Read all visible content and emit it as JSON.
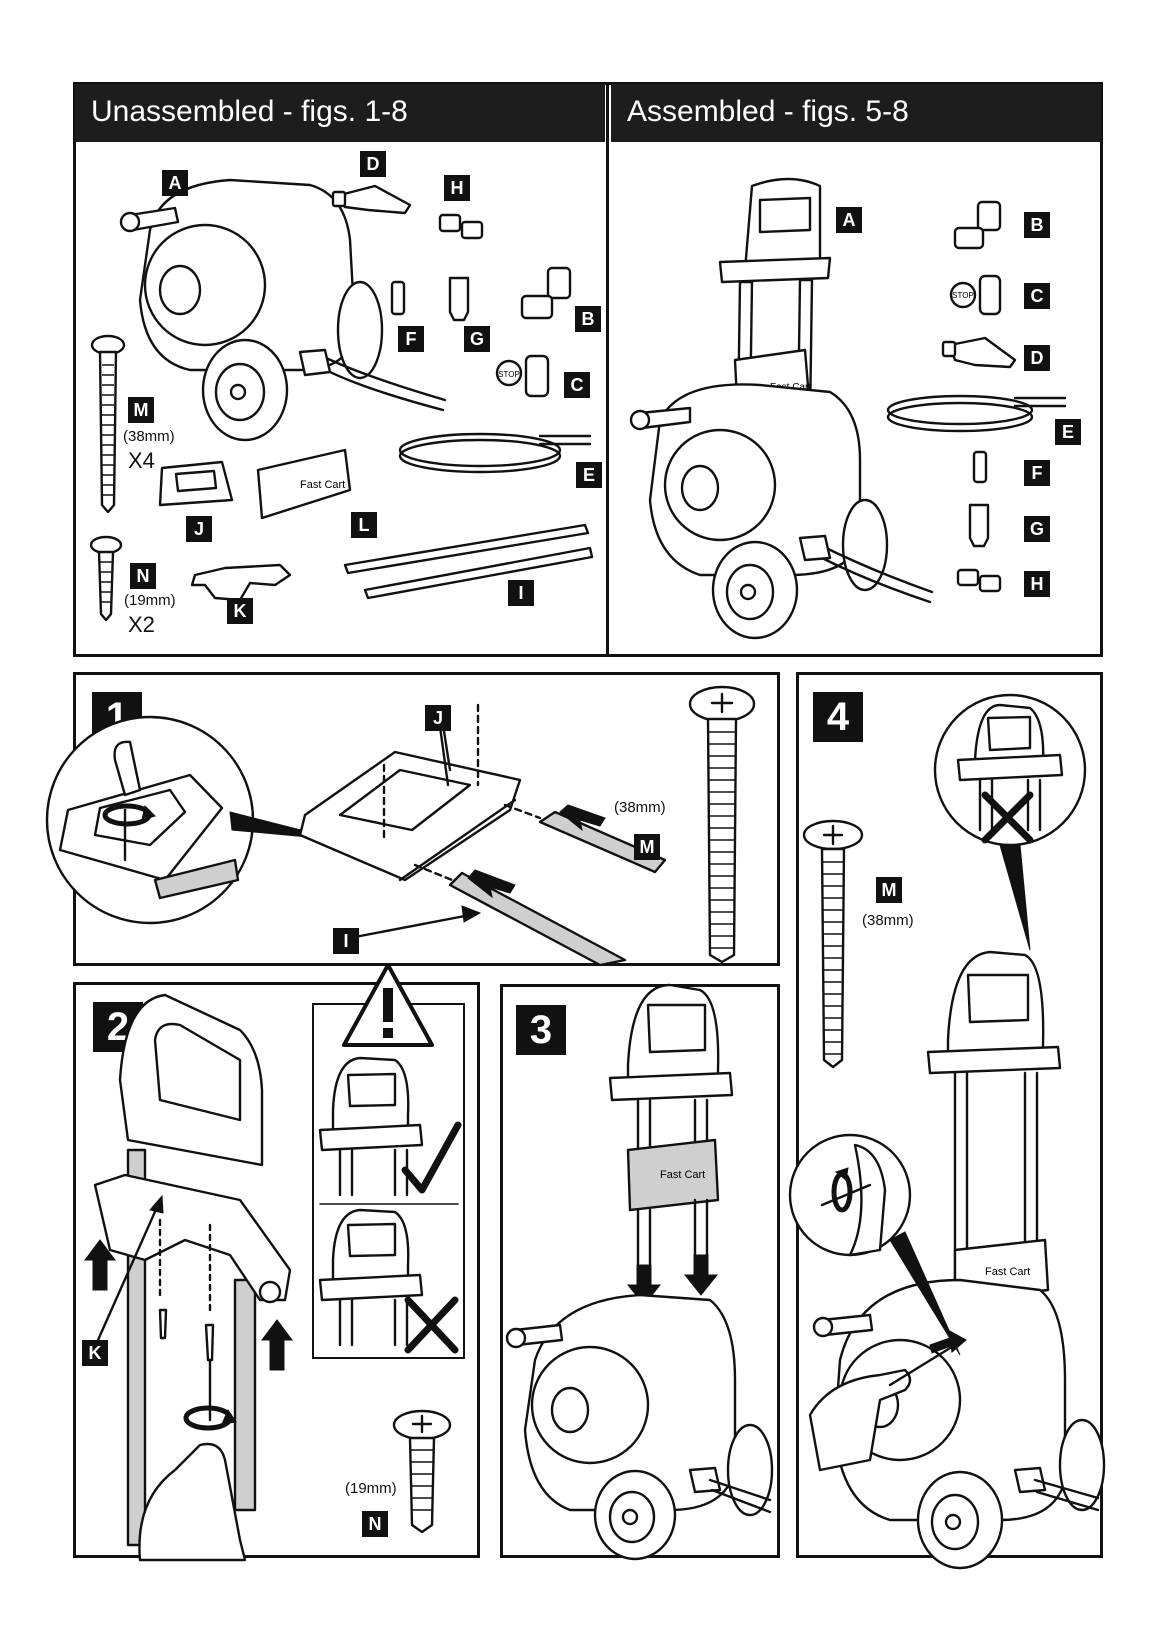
{
  "header": {
    "unassembled": "Unassembled - figs. 1-8",
    "assembled": "Assembled - figs. 5-8"
  },
  "unassembled_labels": {
    "A": "A",
    "B": "B",
    "C": "C",
    "D": "D",
    "E": "E",
    "F": "F",
    "G": "G",
    "H": "H",
    "I": "I",
    "J": "J",
    "K": "K",
    "L": "L",
    "M": "M",
    "N": "N"
  },
  "assembled_labels": {
    "A": "A",
    "B": "B",
    "C": "C",
    "D": "D",
    "E": "E",
    "F": "F",
    "G": "G",
    "H": "H"
  },
  "screws": {
    "m_size": "(38mm)",
    "m_qty": "X4",
    "n_size": "(19mm)",
    "n_qty": "X2"
  },
  "steps": {
    "step1": {
      "number": "1",
      "labels": {
        "J": "J",
        "M": "M",
        "I": "I"
      },
      "size": "(38mm)"
    },
    "step2": {
      "number": "2",
      "labels": {
        "K": "K",
        "N": "N"
      },
      "size": "(19mm)"
    },
    "step3": {
      "number": "3"
    },
    "step4": {
      "number": "4",
      "labels": {
        "M": "M"
      },
      "size": "(38mm)"
    }
  },
  "stop_text": "STOP",
  "brand_text": "Fast Cart",
  "colors": {
    "ink": "#111111",
    "header_bg": "#1d1d1d",
    "grey_part": "#cfcfcf"
  },
  "icons": [
    "warning-icon",
    "check-icon",
    "cross-icon",
    "rotate-arrow-icon",
    "arrow-icon"
  ]
}
